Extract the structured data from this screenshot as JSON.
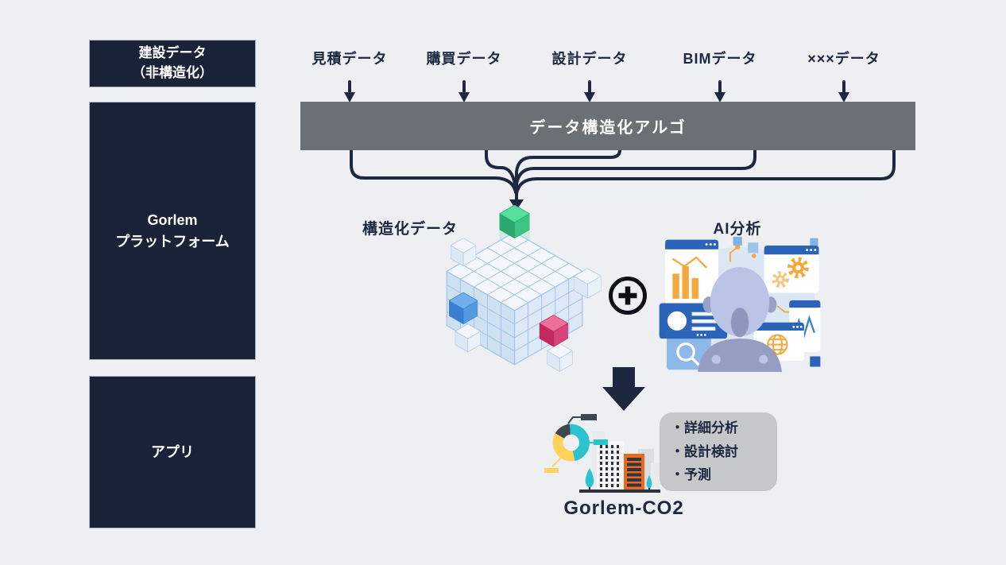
{
  "left_column": {
    "boxes": [
      {
        "line1": "建設データ",
        "line2": "（非構造化）"
      },
      {
        "line1": "Gorlem",
        "line2": "プラットフォーム"
      },
      {
        "line1": "アプリ"
      }
    ]
  },
  "sources": {
    "labels": [
      "見積データ",
      "購買データ",
      "設計データ",
      "BIMデータ",
      "×××データ"
    ]
  },
  "algo_bar": {
    "label": "データ構造化アルゴ"
  },
  "platform": {
    "structured_label": "構造化データ",
    "ai_label": "AI分析"
  },
  "app": {
    "features": [
      "・詳細分析",
      "・設計検討",
      "・予測"
    ],
    "product": "Gorlem-CO2"
  },
  "colors": {
    "background": "#edeff3",
    "navy_box": "#1a2238",
    "gray_bar": "#6b7077",
    "connector_navy": "#1d2840",
    "feature_box_gray": "#c6c7c9",
    "accent_teal": "#2bc3cd",
    "accent_yellow": "#ffd25a",
    "accent_orange": "#e96a1f",
    "cube_green": "#57e09c",
    "cube_blue": "#6fb0ec",
    "cube_pink": "#ef6f9a"
  }
}
